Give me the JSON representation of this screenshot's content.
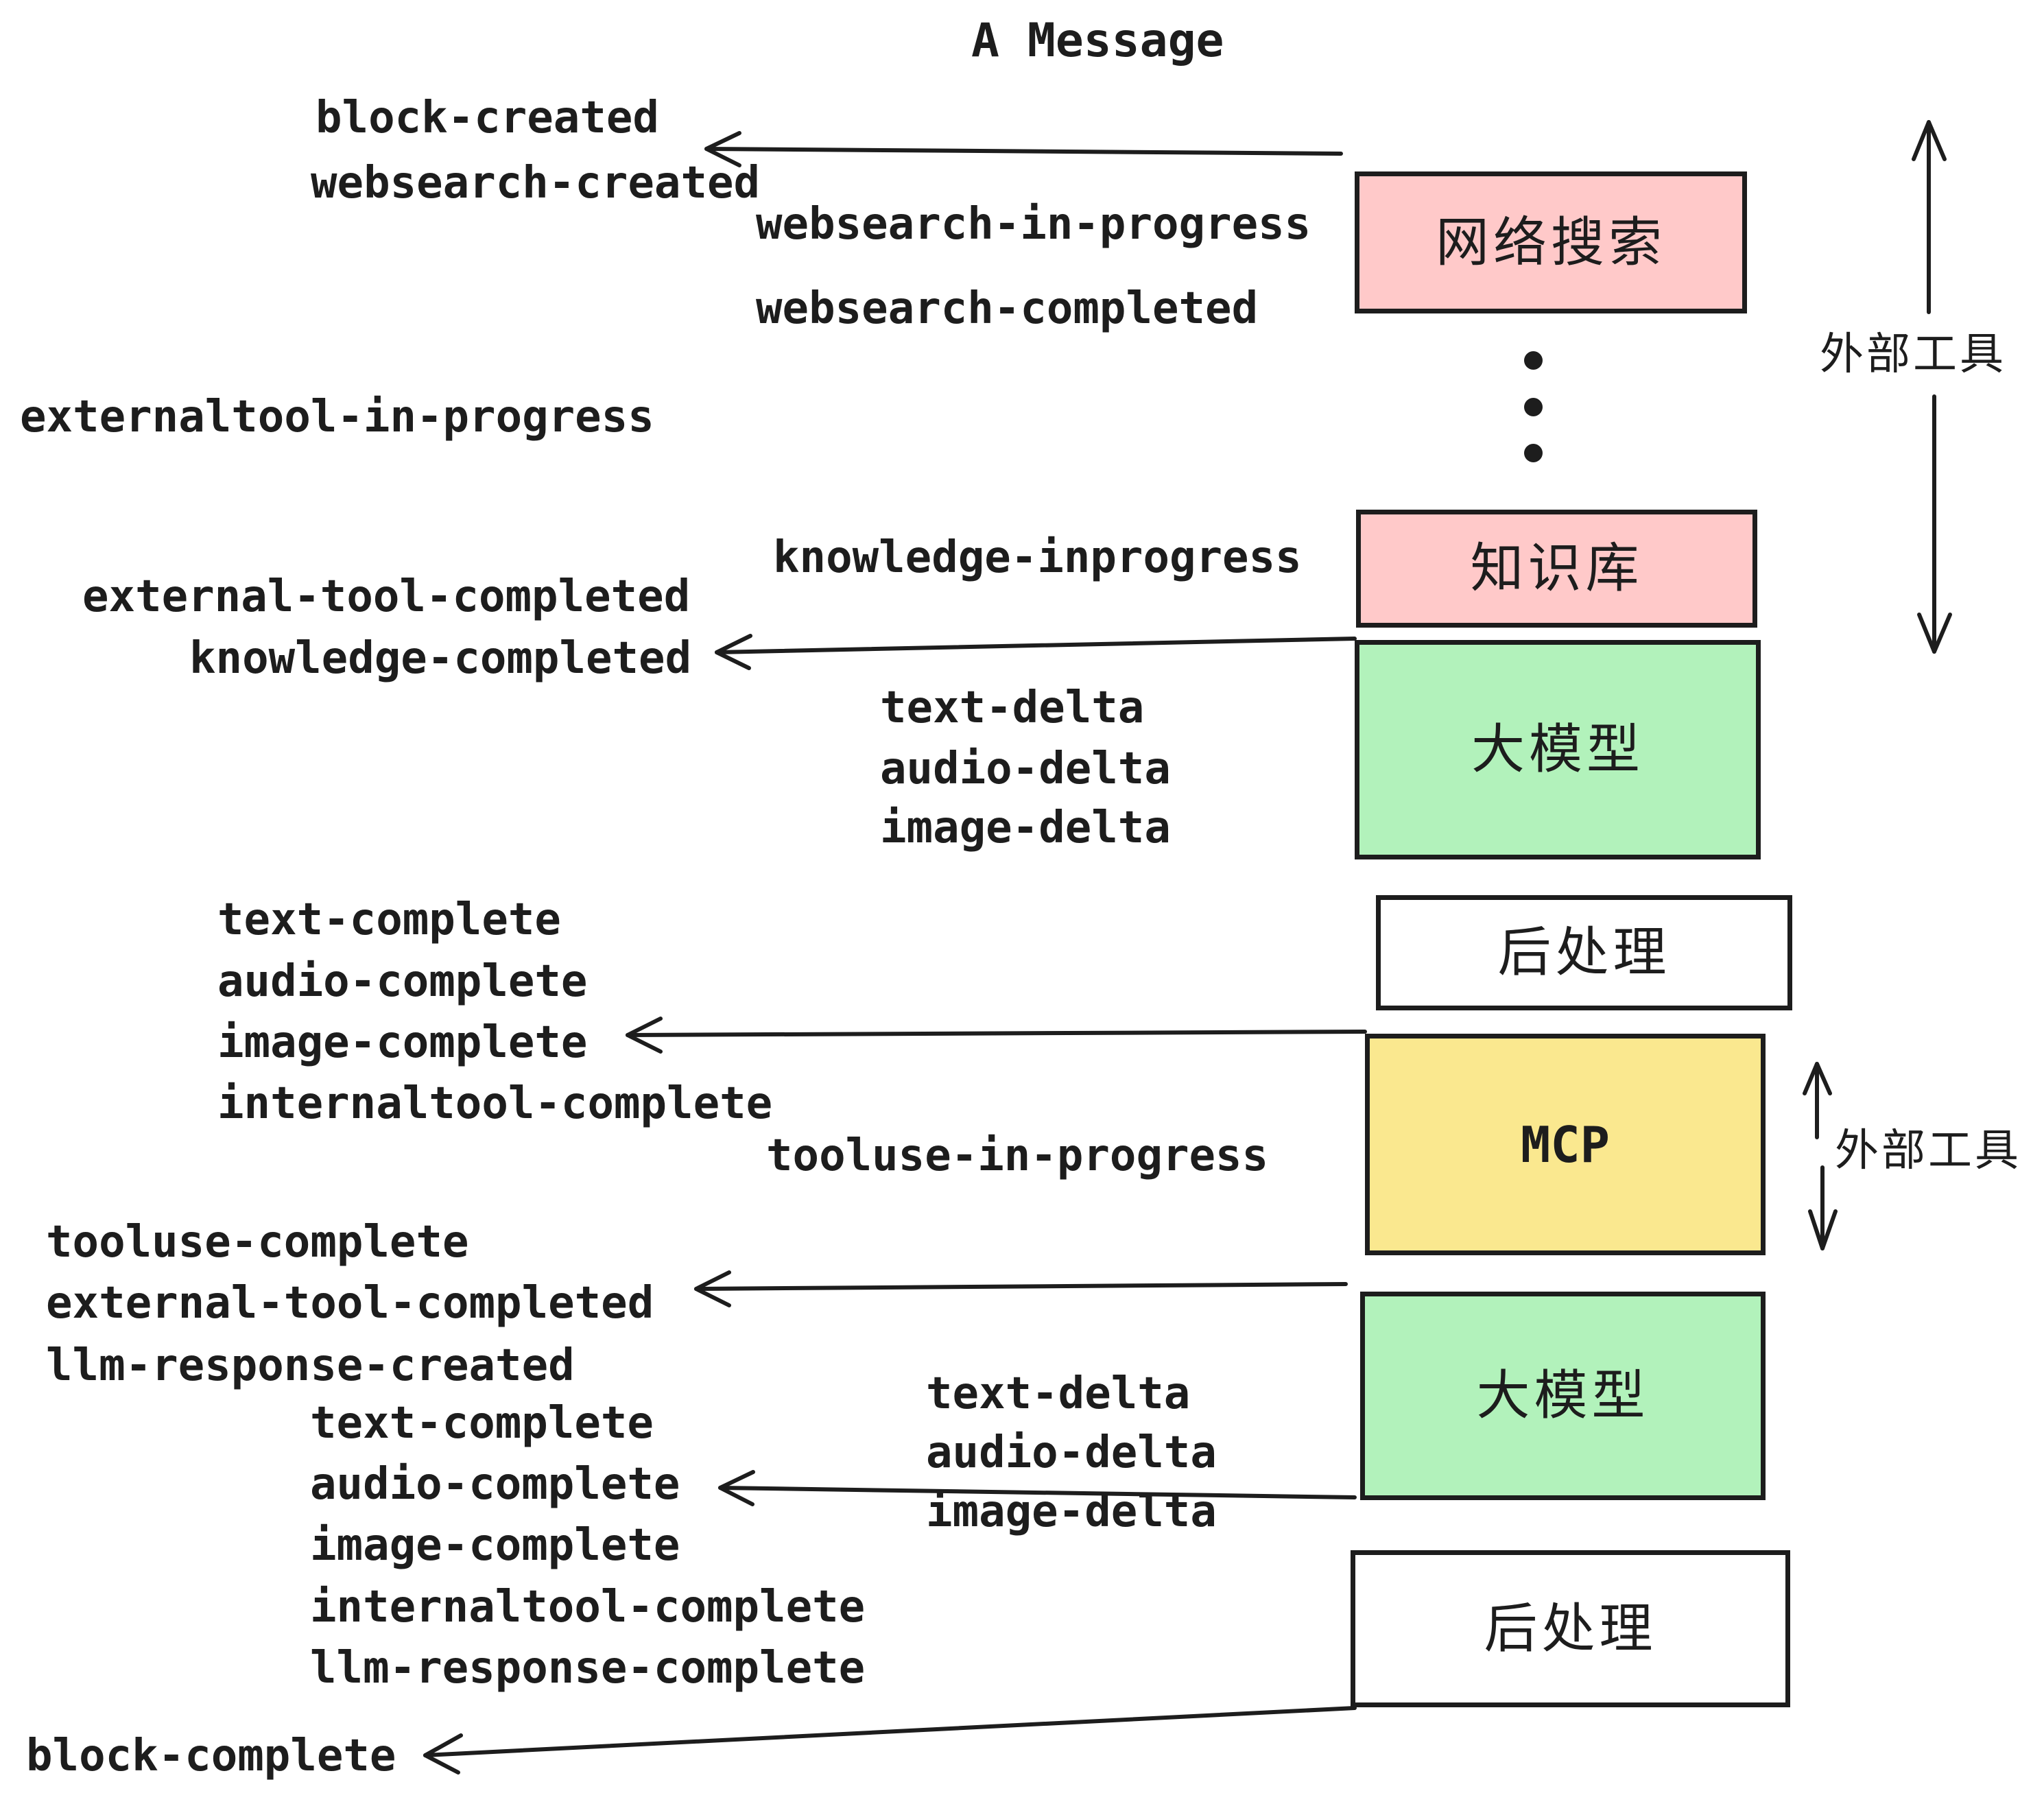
{
  "title": "A Message",
  "colors": {
    "pink": "#ffc9c9",
    "green": "#b2f2bb",
    "yellow": "#fae88f",
    "white": "#ffffff",
    "ink": "#1d1d1d"
  },
  "boxes": [
    {
      "id": "websearch",
      "label": "网络搜索",
      "color": "pink"
    },
    {
      "id": "knowledge",
      "label": "知识库",
      "color": "pink"
    },
    {
      "id": "llm-1",
      "label": "大模型",
      "color": "green"
    },
    {
      "id": "post-1",
      "label": "后处理",
      "color": "white"
    },
    {
      "id": "mcp",
      "label": "MCP",
      "color": "yellow"
    },
    {
      "id": "llm-2",
      "label": "大模型",
      "color": "green"
    },
    {
      "id": "post-2",
      "label": "后处理",
      "color": "white"
    }
  ],
  "side_labels": [
    {
      "id": "external-tools-top",
      "text": "外部工具"
    },
    {
      "id": "external-tools-mcp",
      "text": "外部工具"
    }
  ],
  "events": [
    {
      "id": "block-created",
      "text": "block-created"
    },
    {
      "id": "websearch-created",
      "text": "websearch-created"
    },
    {
      "id": "websearch-in-progress",
      "text": "websearch-in-progress"
    },
    {
      "id": "websearch-completed",
      "text": "websearch-completed"
    },
    {
      "id": "externaltool-in-progress",
      "text": "externaltool-in-progress"
    },
    {
      "id": "knowledge-inprogress",
      "text": "knowledge-inprogress"
    },
    {
      "id": "external-tool-completed-1",
      "text": "external-tool-completed"
    },
    {
      "id": "knowledge-completed",
      "text": "knowledge-completed"
    },
    {
      "id": "text-delta-1",
      "text": "text-delta"
    },
    {
      "id": "audio-delta-1",
      "text": "audio-delta"
    },
    {
      "id": "image-delta-1",
      "text": "image-delta"
    },
    {
      "id": "text-complete-1",
      "text": "text-complete"
    },
    {
      "id": "audio-complete-1",
      "text": "audio-complete"
    },
    {
      "id": "image-complete-1",
      "text": "image-complete"
    },
    {
      "id": "internaltool-complete-1",
      "text": "internaltool-complete"
    },
    {
      "id": "tooluse-in-progress",
      "text": "tooluse-in-progress"
    },
    {
      "id": "tooluse-complete",
      "text": "tooluse-complete"
    },
    {
      "id": "external-tool-completed-2",
      "text": "external-tool-completed"
    },
    {
      "id": "llm-response-created",
      "text": "llm-response-created"
    },
    {
      "id": "text-complete-2",
      "text": "text-complete"
    },
    {
      "id": "audio-complete-2",
      "text": "audio-complete"
    },
    {
      "id": "image-complete-2",
      "text": "image-complete"
    },
    {
      "id": "internaltool-complete-2",
      "text": "internaltool-complete"
    },
    {
      "id": "llm-response-complete",
      "text": "llm-response-complete"
    },
    {
      "id": "block-complete",
      "text": "block-complete"
    }
  ]
}
